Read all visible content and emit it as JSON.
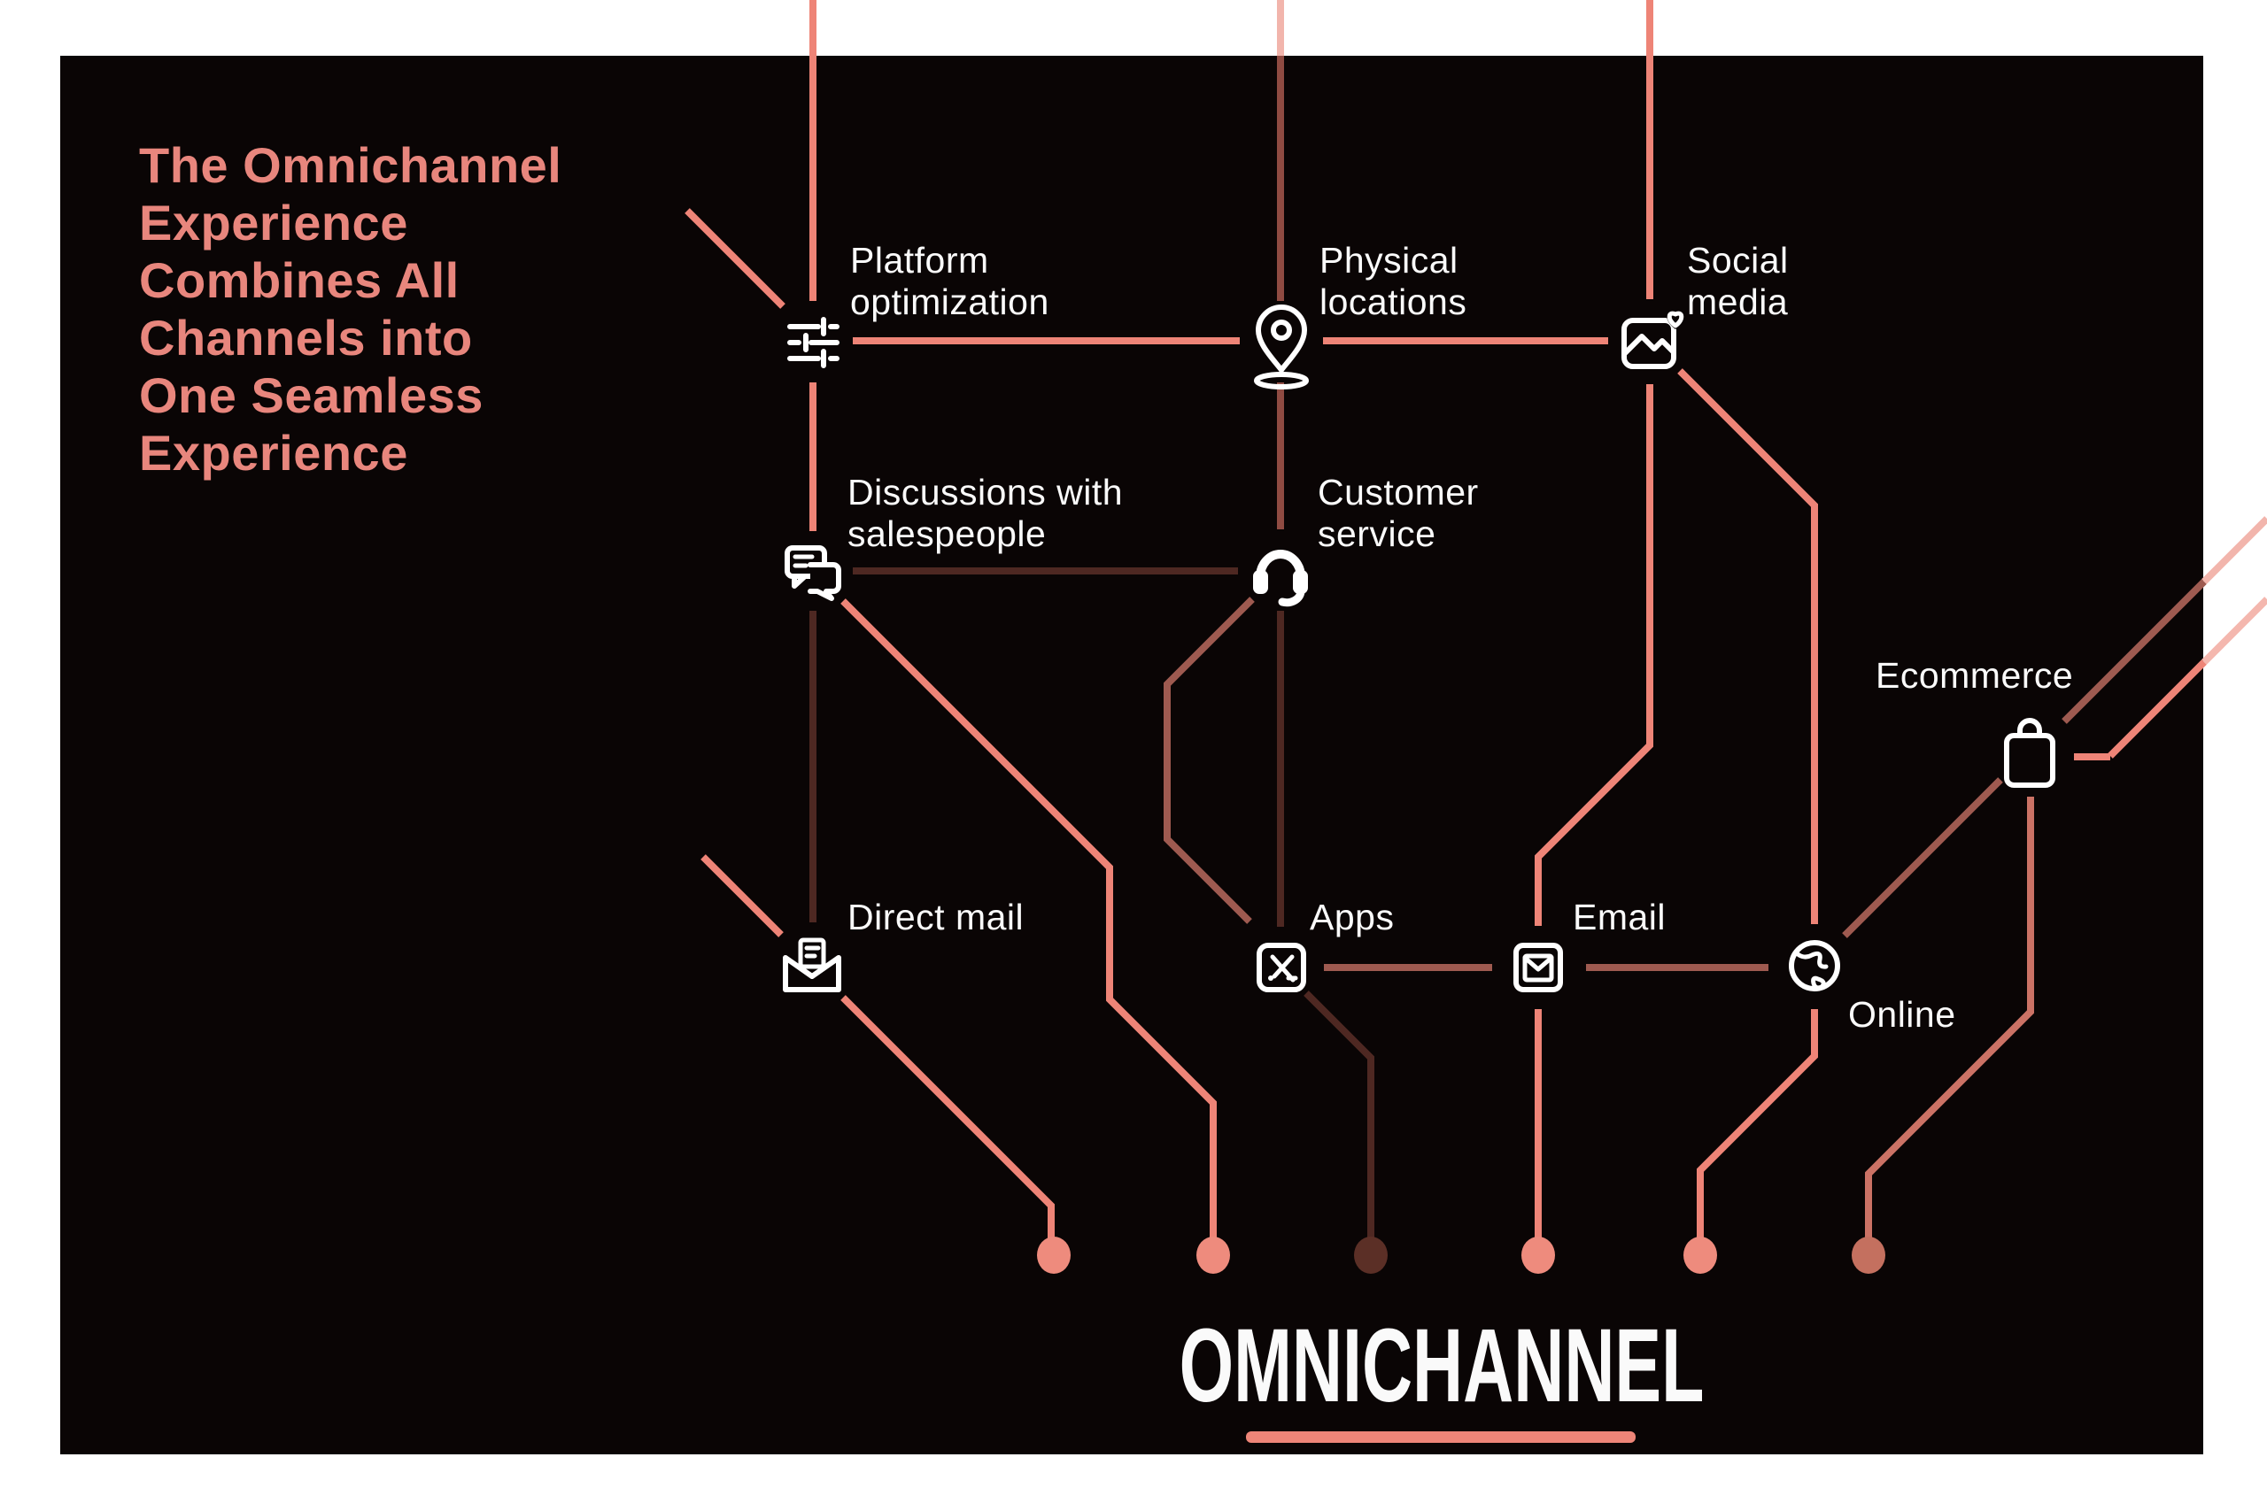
{
  "title": {
    "lines": [
      "The Omnichannel",
      "Experience",
      "Combines All",
      "Channels into",
      "One Seamless",
      "Experience"
    ]
  },
  "wordmark": {
    "text": "OMNICHANNEL"
  },
  "nodes": {
    "platform": {
      "label1": "Platform",
      "label2": "optimization",
      "icon": "sliders-icon"
    },
    "physical": {
      "label1": "Physical",
      "label2": "locations",
      "icon": "map-pin-icon"
    },
    "social": {
      "label1": "Social",
      "label2": "media",
      "icon": "photo-heart-icon"
    },
    "discussions": {
      "label1": "Discussions with",
      "label2": "salespeople",
      "icon": "chat-bubbles-icon"
    },
    "customer": {
      "label1": "Customer",
      "label2": "service",
      "icon": "headset-icon"
    },
    "ecommerce": {
      "label": "Ecommerce",
      "icon": "shopping-bag-icon"
    },
    "directmail": {
      "label": "Direct mail",
      "icon": "mail-tray-icon"
    },
    "apps": {
      "label": "Apps",
      "icon": "app-store-icon"
    },
    "email": {
      "label": "Email",
      "icon": "envelope-icon"
    },
    "online": {
      "label": "Online",
      "icon": "globe-icon"
    }
  },
  "palette": {
    "pageBg": "#ffffff",
    "canvasBg": "#0a0505",
    "salmon": "#ee8477",
    "salmonLight": "#f4b7ae",
    "rust": "#8f4b42",
    "rustLight": "#f2b5ac",
    "maroon": "#4e2822",
    "brick": "#9e5a50",
    "rose": "#cb7265",
    "dotSalmon": "#ee8b7d",
    "dotMaroon": "#5b2f26",
    "dotRose": "#c4705f",
    "iconWhite": "#ffffff",
    "labelWhite": "#fafafa",
    "titleSalmon": "#e8867d",
    "underline": "#ee8578"
  }
}
